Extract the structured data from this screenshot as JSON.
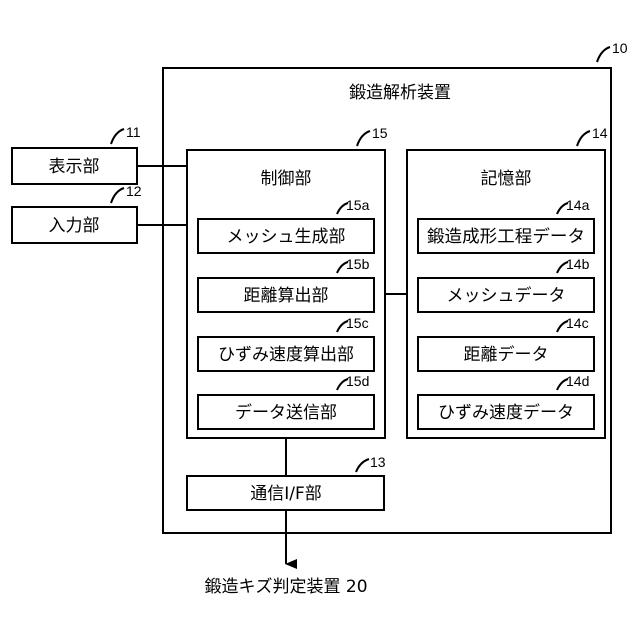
{
  "device": {
    "title": "鍛造解析装置",
    "ref": "10"
  },
  "display": {
    "label": "表示部",
    "ref": "11"
  },
  "input": {
    "label": "入力部",
    "ref": "12"
  },
  "comm": {
    "label": "通信I/F部",
    "ref": "13"
  },
  "storage": {
    "label": "記憶部",
    "ref": "14",
    "items": [
      {
        "label": "鍛造成形工程データ",
        "ref": "14a"
      },
      {
        "label": "メッシュデータ",
        "ref": "14b"
      },
      {
        "label": "距離データ",
        "ref": "14c"
      },
      {
        "label": "ひずみ速度データ",
        "ref": "14d"
      }
    ]
  },
  "control": {
    "label": "制御部",
    "ref": "15",
    "items": [
      {
        "label": "メッシュ生成部",
        "ref": "15a"
      },
      {
        "label": "距離算出部",
        "ref": "15b"
      },
      {
        "label": "ひずみ速度算出部",
        "ref": "15c"
      },
      {
        "label": "データ送信部",
        "ref": "15d"
      }
    ]
  },
  "external": {
    "label": "鍛造キズ判定装置 20"
  }
}
